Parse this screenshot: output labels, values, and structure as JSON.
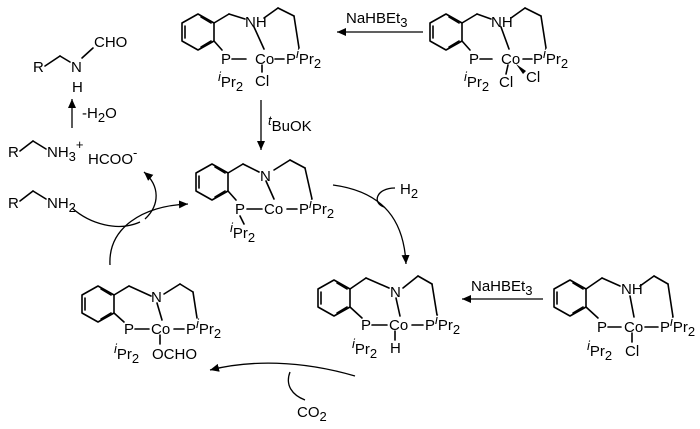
{
  "complexes": {
    "top_center": {
      "n": "NH",
      "co": "Co",
      "p_left": "P",
      "p_right_pre": "P",
      "p_right_sup": "i",
      "p_right_post": "Pr",
      "p_right_sub": "2",
      "p_left_sub_pre": "i",
      "p_left_sub_post": "Pr",
      "p_left_sub_num": "2",
      "x1": "Cl"
    },
    "top_right": {
      "n": "NH",
      "co": "Co",
      "p_left": "P",
      "p_right_pre": "P",
      "p_right_sup": "i",
      "p_right_post": "Pr",
      "p_right_sub": "2",
      "p_left_sub_pre": "i",
      "p_left_sub_post": "Pr",
      "p_left_sub_num": "2",
      "x1": "Cl",
      "x2": "Cl"
    },
    "middle": {
      "n": "N",
      "co": "Co",
      "p_left": "P",
      "p_right_pre": "P",
      "p_right_sup": "i",
      "p_right_post": "Pr",
      "p_right_sub": "2",
      "p_left_sub_pre": "i",
      "p_left_sub_post": "Pr",
      "p_left_sub_num": "2"
    },
    "bottom_center": {
      "n": "N",
      "co": "Co",
      "p_left": "P",
      "p_right_pre": "P",
      "p_right_sup": "i",
      "p_right_post": "Pr",
      "p_right_sub": "2",
      "p_left_sub_pre": "i",
      "p_left_sub_post": "Pr",
      "p_left_sub_num": "2",
      "x1": "H"
    },
    "bottom_right": {
      "n": "NH",
      "co": "Co",
      "p_left": "P",
      "p_right_pre": "P",
      "p_right_sup": "i",
      "p_right_post": "Pr",
      "p_right_sub": "2",
      "p_left_sub_pre": "i",
      "p_left_sub_post": "Pr",
      "p_left_sub_num": "2",
      "x1": "Cl"
    },
    "bottom_left": {
      "n": "N",
      "co": "Co",
      "p_left": "P",
      "p_right_pre": "P",
      "p_right_sup": "i",
      "p_right_post": "Pr",
      "p_right_sub": "2",
      "p_left_sub_pre": "i",
      "p_left_sub_post": "Pr",
      "p_left_sub_num": "2",
      "x1": "OCHO"
    }
  },
  "reagents": {
    "nahbet3_top": {
      "pre": "NaHBEt",
      "sub": "3"
    },
    "nahbet3_bottom": {
      "pre": "NaHBEt",
      "sub": "3"
    },
    "tbuok": {
      "sup": "t",
      "post": "BuOK"
    },
    "h2": {
      "pre": "H",
      "sub": "2"
    },
    "co2": {
      "pre": "CO",
      "sub": "2"
    },
    "minus_h2o": {
      "pre": "-H",
      "sub": "2",
      "post": "O"
    }
  },
  "organics": {
    "formamide": {
      "r": "R",
      "nh": "N",
      "h": "H",
      "cho": "CHO"
    },
    "ammonium_formate": {
      "r": "R",
      "nh3": "NH",
      "nh3_sub": "3",
      "nh3_sup": "+",
      "formate": "HCOO",
      "formate_sup": "-"
    },
    "amine": {
      "r": "R",
      "nh2": "NH",
      "nh2_sub": "2"
    }
  }
}
